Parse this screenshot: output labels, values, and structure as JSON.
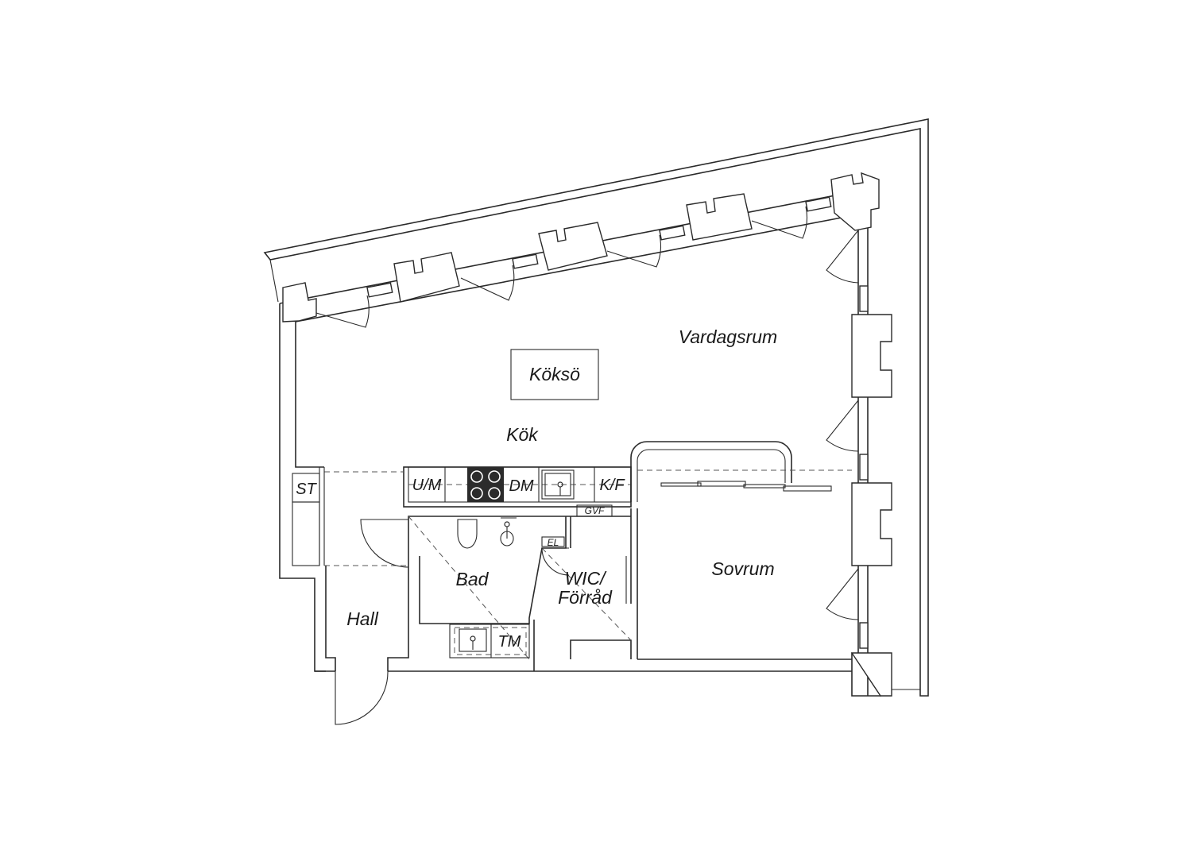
{
  "rooms": {
    "vardagsrum": "Vardagsrum",
    "koksö": "Köksö",
    "kok": "Kök",
    "sovrum": "Sovrum",
    "bad": "Bad",
    "hall": "Hall",
    "wic_line1": "WIC/",
    "wic_line2": "Förråd"
  },
  "fixtures": {
    "st": "ST",
    "um": "U/M",
    "dm": "DM",
    "kf": "K/F",
    "tm": "TM",
    "gvf": "GVF",
    "el": "EL"
  },
  "colors": {
    "line": "#2a2a2a",
    "background": "#ffffff",
    "stove": "#2b2b2b"
  }
}
